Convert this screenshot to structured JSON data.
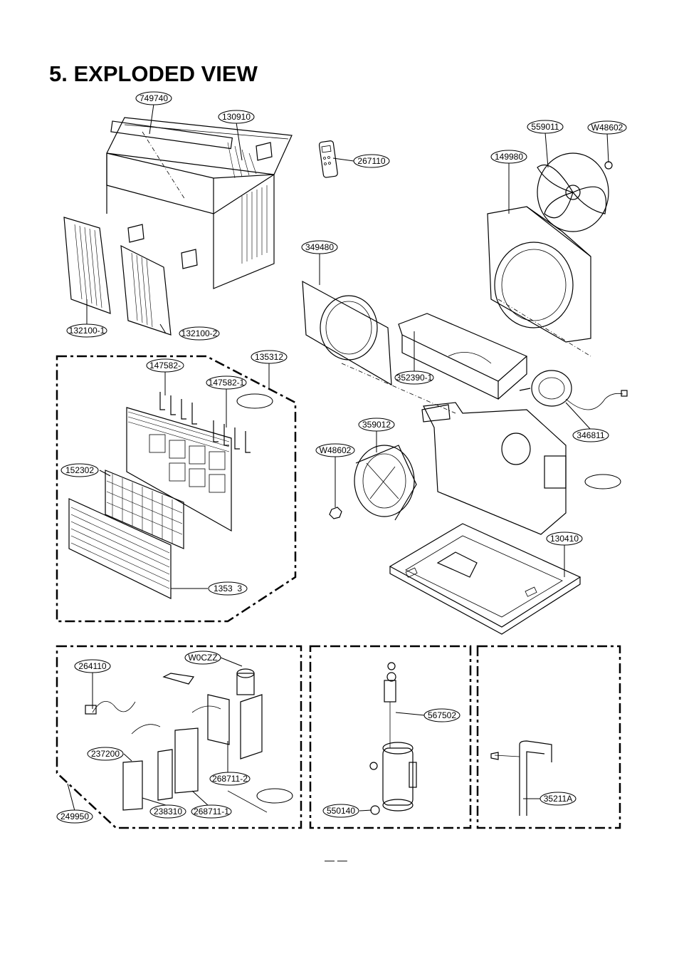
{
  "page": {
    "title": "5. EXPLODED VIEW",
    "footer_marks": "—  —"
  },
  "part_labels": [
    "749740",
    "130910",
    "267110",
    "559011",
    "W48602",
    "149980",
    "132100-1",
    "132100-2",
    "349480",
    "135312",
    "147582-",
    "147582-1",
    "152302",
    "1353  3",
    "352390-1",
    "359012",
    "W48602",
    "346811",
    "130410",
    "264110",
    "W0CZZ",
    "237200",
    "268711-2",
    "249950",
    "238310",
    "268711-1",
    "567502",
    "550140",
    "35211A"
  ]
}
